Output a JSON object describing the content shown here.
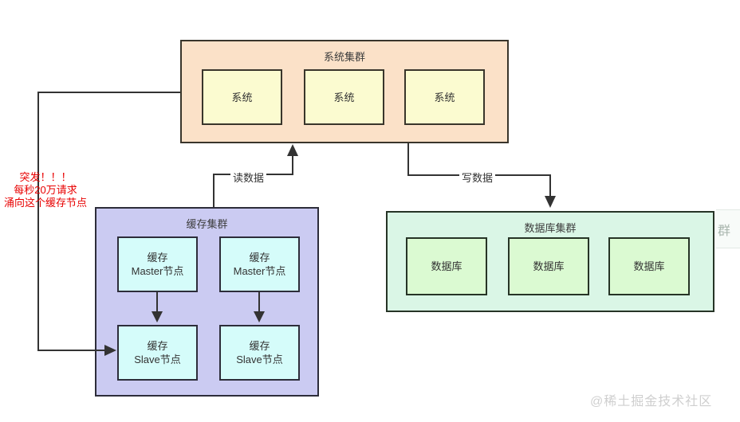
{
  "clusters": {
    "system": {
      "title": "系统集群",
      "nodes": [
        {
          "label": "系统"
        },
        {
          "label": "系统"
        },
        {
          "label": "系统"
        }
      ],
      "colors": {
        "bg": "#fbe1c8",
        "node_bg": "#fbfbd0",
        "border": "#39352b"
      }
    },
    "cache": {
      "title": "缓存集群",
      "nodes": [
        {
          "line1": "缓存",
          "line2": "Master节点"
        },
        {
          "line1": "缓存",
          "line2": "Master节点"
        },
        {
          "line1": "缓存",
          "line2": "Slave节点"
        },
        {
          "line1": "缓存",
          "line2": "Slave节点"
        }
      ],
      "colors": {
        "bg": "#cbcbf2",
        "node_bg": "#d5fcfa",
        "border": "#2d2d3a"
      }
    },
    "database": {
      "title": "数据库集群",
      "nodes": [
        {
          "label": "数据库"
        },
        {
          "label": "数据库"
        },
        {
          "label": "数据库"
        }
      ],
      "colors": {
        "bg": "#daf6e6",
        "node_bg": "#dbfad2",
        "border": "#263426"
      }
    }
  },
  "edges": {
    "read": {
      "label": "读数据"
    },
    "write": {
      "label": "写数据"
    },
    "line_color": "#333333"
  },
  "annotation": {
    "line1": "突发！！！",
    "line2": "每秒20万请求",
    "line3": "涌向这个缓存节点",
    "color": "#e80000"
  },
  "edge_fragment": {
    "text": "群"
  },
  "watermark": {
    "text": "@稀土掘金技术社区"
  }
}
